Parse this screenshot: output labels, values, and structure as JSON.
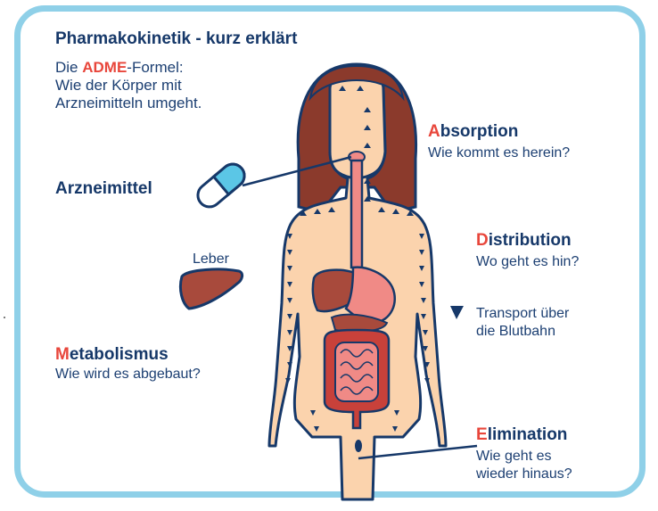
{
  "title": "Pharmakokinetik - kurz erklärt",
  "intro": {
    "line1_prefix": "Die ",
    "line1_highlight": "ADME",
    "line1_suffix": "-Formel:",
    "line2": "Wie der Körper mit",
    "line3": "Arzneimitteln umgeht."
  },
  "labels": {
    "drug": "Arzneimittel",
    "liver": "Leber",
    "transport_line1": "Transport über",
    "transport_line2": "die Blutbahn"
  },
  "absorption": {
    "initial": "A",
    "rest": "bsorption",
    "sub": "Wie kommt es herein?"
  },
  "distribution": {
    "initial": "D",
    "rest": "istribution",
    "sub": "Wo geht es hin?"
  },
  "metabolism": {
    "initial": "M",
    "rest": "etabolismus",
    "sub": "Wie wird es abgebaut?"
  },
  "elimination": {
    "initial": "E",
    "rest": "limination",
    "sub_line1": "Wie geht es",
    "sub_line2": "wieder hinaus?"
  },
  "colors": {
    "frame": "#8fd0e8",
    "navy": "#163869",
    "accent_red": "#e8463b",
    "skin": "#fbd3ad",
    "hair": "#8b3a2c",
    "organ_red": "#c8413a",
    "esophagus": "#f08a86",
    "liver": "#a84a3c",
    "capsule_blue": "#5bc6e6"
  },
  "icons": [
    "capsule-icon",
    "liver-icon",
    "blood-flow-arrow-icon"
  ]
}
